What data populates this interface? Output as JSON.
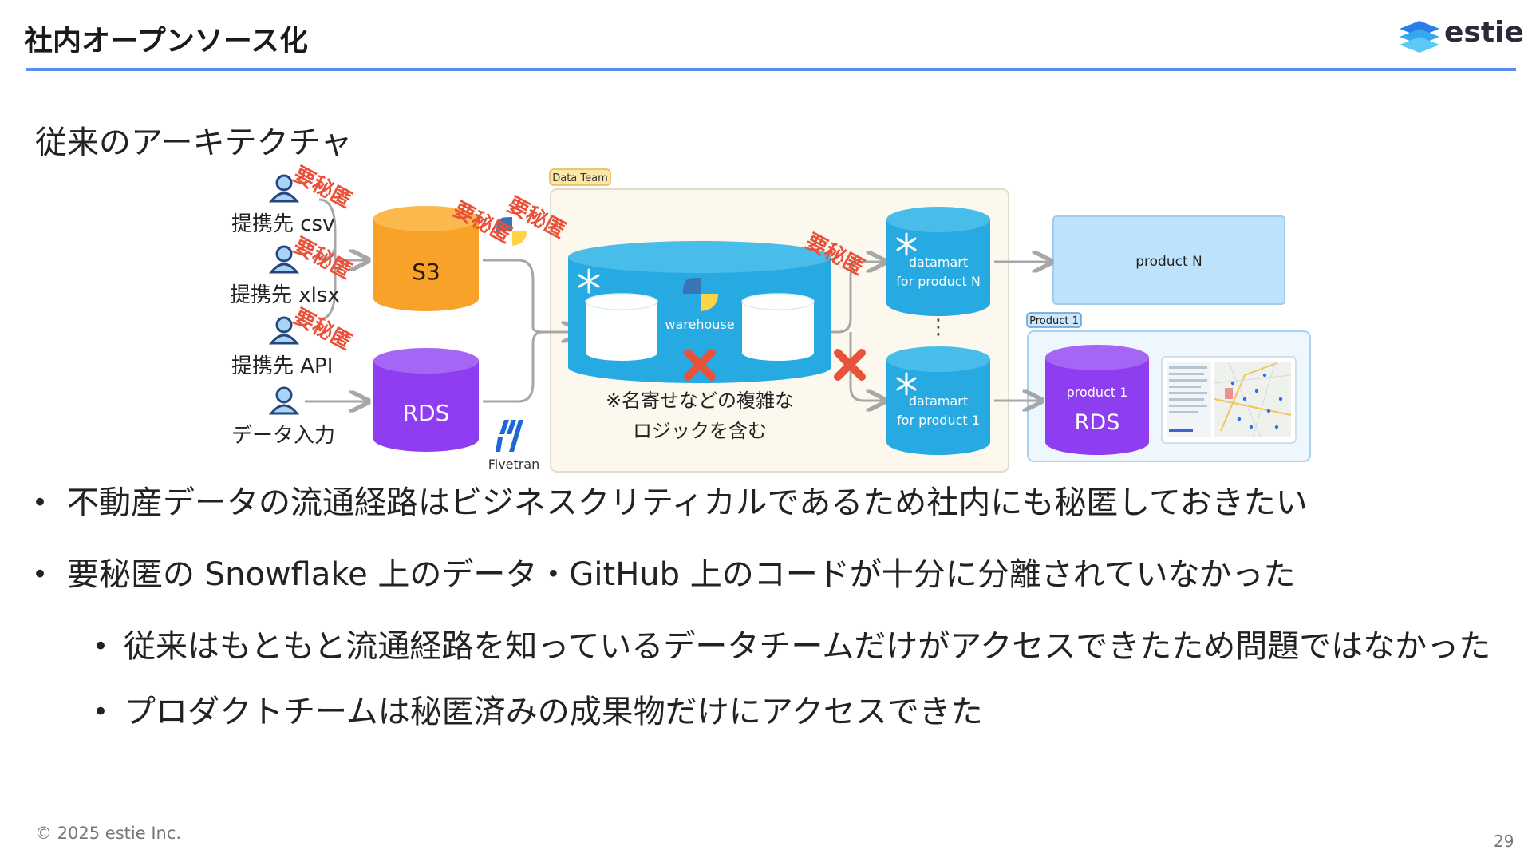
{
  "header": {
    "title": "社内オープンソース化",
    "logo_text": "estie"
  },
  "subtitle": "従来のアーキテクチャ",
  "diagram": {
    "sources": [
      "提携先 csv",
      "提携先 xlsx",
      "提携先 API",
      "データ入力"
    ],
    "secret_stamp": "要秘匿",
    "s3": "S3",
    "rds": "RDS",
    "fivetran": "Fivetran",
    "data_team": "Data Team",
    "warehouse": "warehouse",
    "note_line1": "※名寄せなどの複雑な",
    "note_line2": "ロジックを含む",
    "datamart_label": "datamart",
    "datamart_n": "for product N",
    "datamart_1": "for product 1",
    "ellipsis": "⋮",
    "product_n": "product N",
    "product_1_tag": "Product 1",
    "product_1_db_label": "product 1",
    "product_1_db_name": "RDS",
    "colors": {
      "orange": "#f8a22a",
      "purple": "#8f3df0",
      "blue": "#27aae1",
      "red": "#e8513a",
      "accent": "#5b8def"
    }
  },
  "bullets": [
    {
      "level": 1,
      "text": "不動産データの流通経路はビジネスクリティカルであるため社内にも秘匿しておきたい"
    },
    {
      "level": 1,
      "text": "要秘匿の Snowflake 上のデータ・GitHub 上のコードが十分に分離されていなかった"
    },
    {
      "level": 2,
      "text": "従来はもともと流通経路を知っているデータチームだけがアクセスできたため問題ではなかった"
    },
    {
      "level": 2,
      "text": "プロダクトチームは秘匿済みの成果物だけにアクセスできた"
    }
  ],
  "footer": {
    "copyright": "© 2025 estie Inc.",
    "page": "29"
  }
}
